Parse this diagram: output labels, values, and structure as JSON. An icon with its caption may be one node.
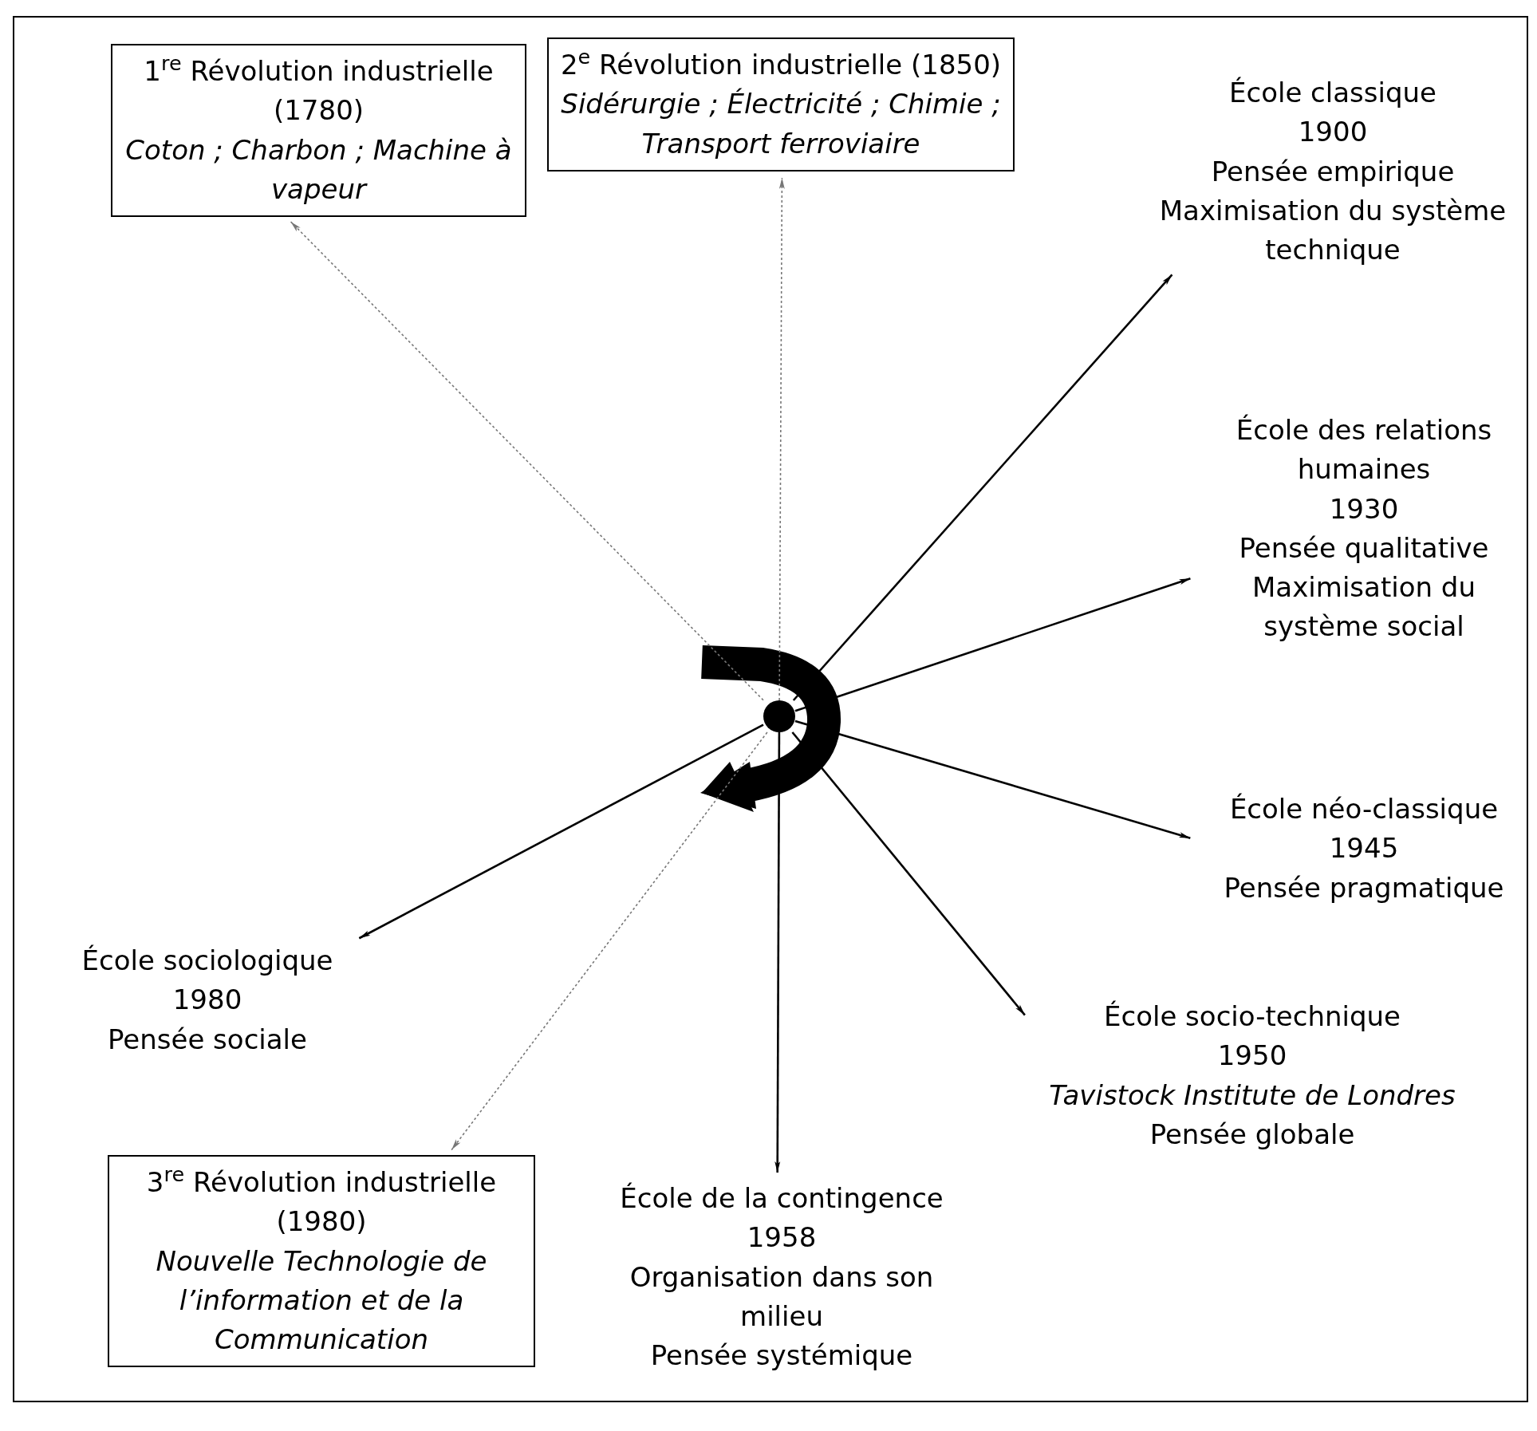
{
  "diagram": {
    "nodes": [
      {
        "text": [
          "1$^{re}$ Révolution industrielle (1780)",
          "*Coton ; Charbon ; Machine à vapeur*"
        ]
      },
      {
        "text": [
          "2$^{e}$ Révolution industrielle (1850)",
          "*Sidérurgie ; Électricité ; Chimie ; Transport ferroviaire*"
        ]
      },
      {
        "text": [
          "École classique",
          "1900",
          "Pensée empirique",
          "Maximisation du système technique"
        ]
      },
      {
        "text": [
          "École des relations humaines",
          "1930",
          "Pensée qualitative",
          "Maximisation du système social"
        ]
      },
      {
        "text": [],
        "shape": "circle"
      },
      {
        "text": [
          "École néo-classique",
          "1945",
          "Pensée pragmatique"
        ]
      },
      {
        "text": [
          "École sociologique",
          "1980",
          "Pensée sociale"
        ]
      },
      {
        "text": [
          "École socio-technique",
          "1950",
          "*Tavistock Institute de Londres*",
          "Pensée globale"
        ]
      },
      {
        "text": [
          "3$^{re}$ Révolution industrielle (1980)",
          "*Nouvelle Technologie de l’information et de la Communication*"
        ]
      },
      {
        "text": [
          "École de la contingence",
          "1958",
          "Organisation dans son milieu",
          "Pensée systémique"
        ]
      }
    ],
    "edges": [
      {
        "from": 4,
        "to": 0,
        "arrow": "to",
        "style": "dashed",
        "color": "#777777"
      },
      {
        "from": 4,
        "to": 1,
        "arrow": "to",
        "style": "dashed",
        "color": "#777777"
      },
      {
        "from": 4,
        "to": 2,
        "arrow": "to"
      },
      {
        "from": 4,
        "to": 3,
        "arrow": "to"
      },
      {
        "from": 4,
        "to": 5,
        "arrow": "to"
      },
      {
        "from": 4,
        "to": 7,
        "arrow": "to"
      },
      {
        "from": 4,
        "to": 9,
        "arrow": "to"
      },
      {
        "from": 4,
        "to": 6,
        "arrow": "to"
      },
      {
        "from": 4,
        "to": 8,
        "arrow": "to",
        "style": "dashed",
        "color": "#777777"
      }
    ]
  }
}
